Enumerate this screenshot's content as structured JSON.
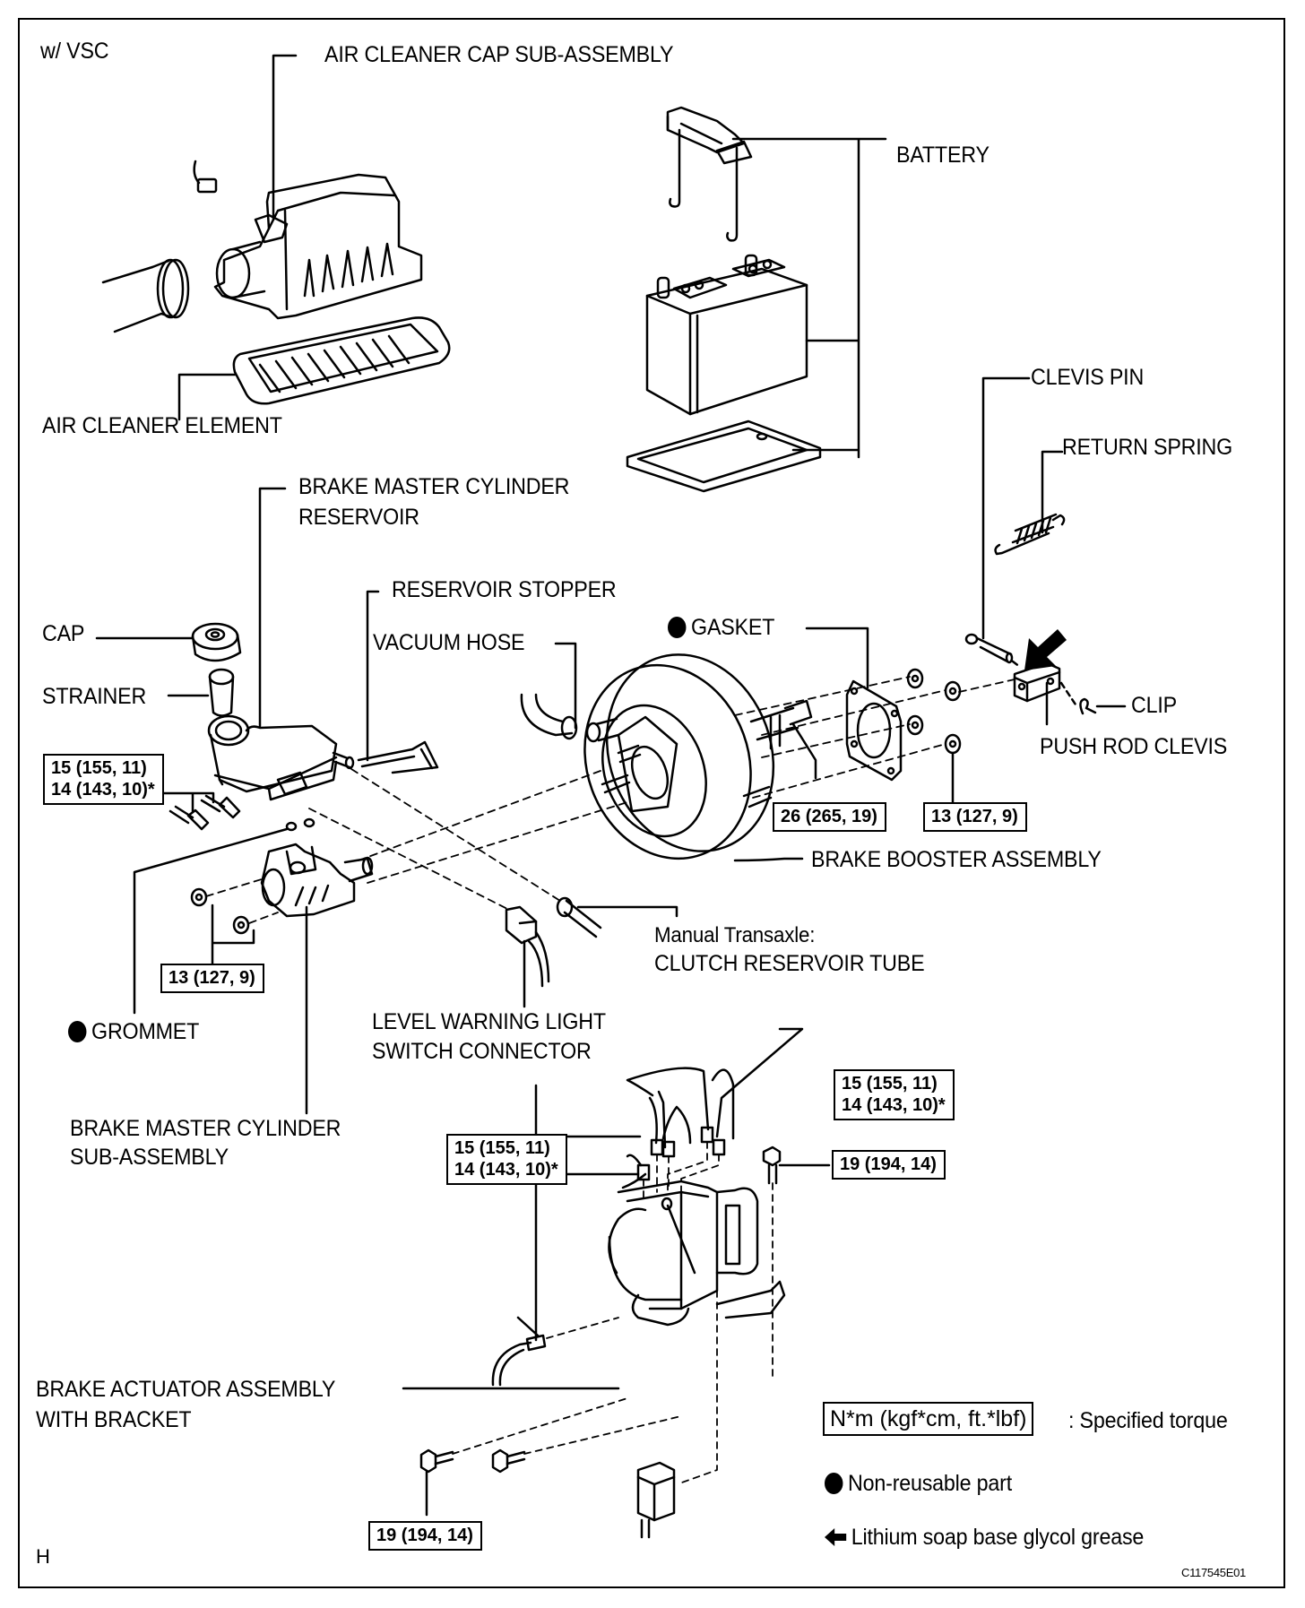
{
  "diagram": {
    "variant_label": "w/ VSC",
    "corner_mark": "H",
    "figure_code": "C117545E01",
    "parts": {
      "air_cleaner_cap": "AIR CLEANER CAP SUB-ASSEMBLY",
      "air_cleaner_element": "AIR CLEANER ELEMENT",
      "battery": "BATTERY",
      "clevis_pin": "CLEVIS PIN",
      "return_spring": "RETURN SPRING",
      "master_cyl_reservoir_1": "BRAKE MASTER CYLINDER",
      "master_cyl_reservoir_2": "RESERVOIR",
      "reservoir_stopper": "RESERVOIR STOPPER",
      "cap": "CAP",
      "vacuum_hose": "VACUUM HOSE",
      "gasket": "GASKET",
      "strainer": "STRAINER",
      "clip": "CLIP",
      "push_rod_clevis": "PUSH ROD CLEVIS",
      "brake_booster": "BRAKE BOOSTER ASSEMBLY",
      "clutch_tube_1": "Manual Transaxle:",
      "clutch_tube_2": "CLUTCH RESERVOIR TUBE",
      "grommet": "GROMMET",
      "level_switch_1": "LEVEL WARNING LIGHT",
      "level_switch_2": "SWITCH CONNECTOR",
      "master_cyl_sub_1": "BRAKE MASTER CYLINDER",
      "master_cyl_sub_2": "SUB-ASSEMBLY",
      "actuator_1": "BRAKE ACTUATOR ASSEMBLY",
      "actuator_2": "WITH BRACKET"
    },
    "torques": {
      "master_cyl_tubes": [
        "15 (155, 11)",
        "14 (143, 10)*"
      ],
      "master_cyl_nuts": "13 (127, 9)",
      "push_rod_nut": "26 (265, 19)",
      "booster_nuts": "13 (127, 9)",
      "actuator_tubes_right": [
        "15 (155, 11)",
        "14 (143, 10)*"
      ],
      "actuator_tubes_left": [
        "15 (155, 11)",
        "14 (143, 10)*"
      ],
      "actuator_bolt_top": "19 (194, 14)",
      "actuator_bolt_bottom": "19 (194, 14)"
    },
    "legend": {
      "torque_unit": "N*m (kgf*cm, ft.*lbf)",
      "torque_desc": ": Specified torque",
      "non_reusable": "Non-reusable part",
      "grease": "Lithium soap base glycol grease"
    }
  }
}
